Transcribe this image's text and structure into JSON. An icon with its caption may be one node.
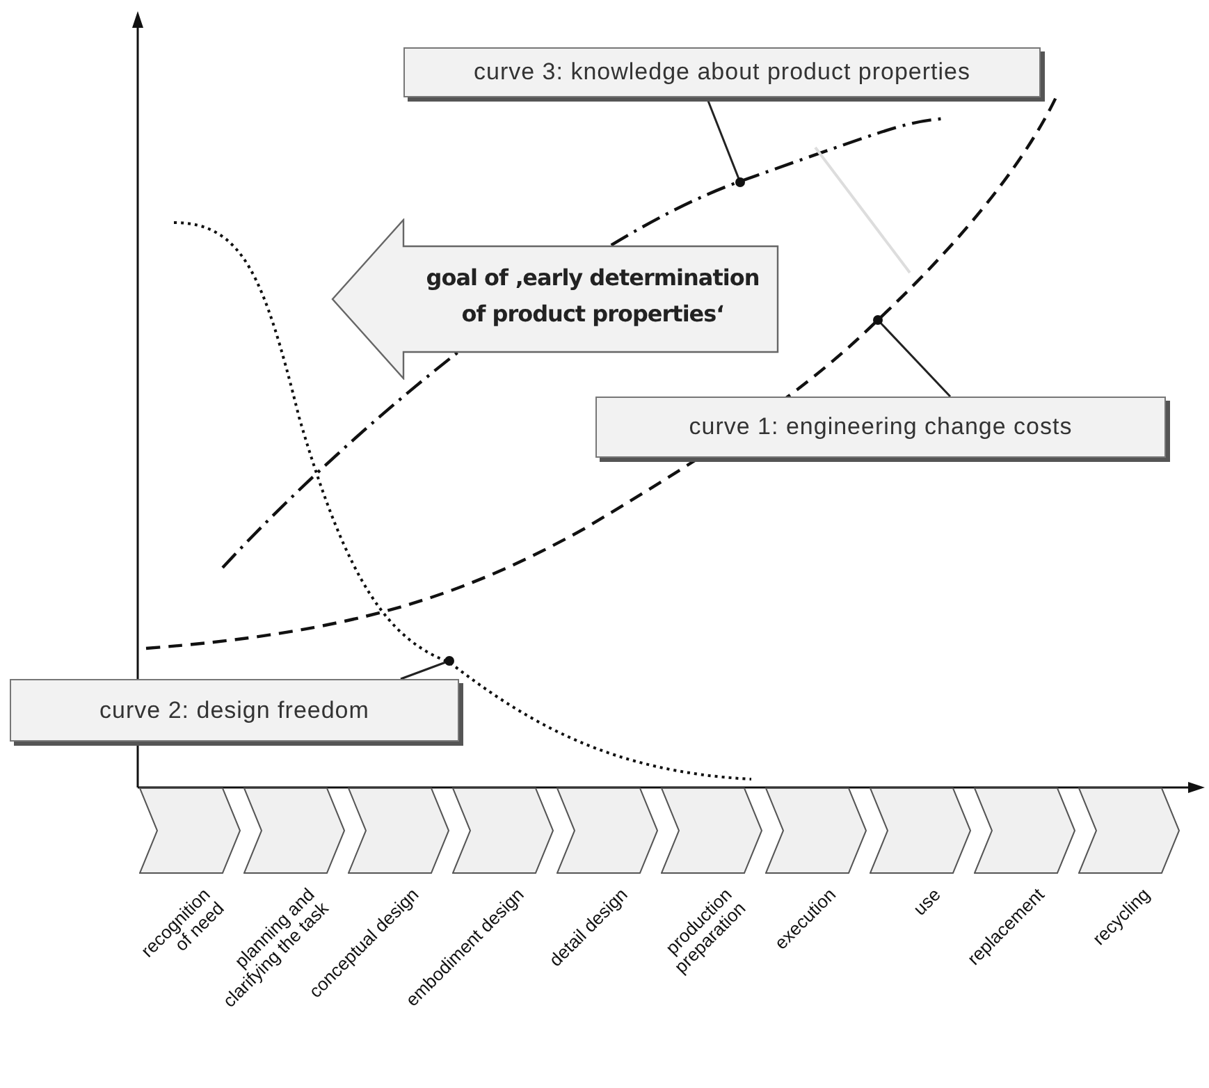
{
  "diagram": {
    "nodes": [
      {
        "text": [
          "curve 3: knowledge about product properties"
        ]
      },
      {
        "text": [
          "goal of ‚early determination of product properties‘"
        ]
      },
      {
        "text": [
          "curve 1: engineering change costs"
        ]
      },
      {
        "text": [
          "curve 2: design freedom"
        ]
      },
      {
        "text": [],
        "shape": "chevron",
        "beside": [
          "recognition of need"
        ]
      },
      {
        "text": [],
        "shape": "chevron",
        "beside": [
          "planning and clarifying the task"
        ]
      },
      {
        "text": [],
        "shape": "chevron",
        "beside": [
          "conceptual design"
        ]
      },
      {
        "text": [],
        "shape": "chevron",
        "beside": [
          "embodiment design"
        ]
      },
      {
        "text": [],
        "shape": "chevron",
        "beside": [
          "detail design"
        ]
      },
      {
        "text": [],
        "shape": "chevron",
        "beside": [
          "production preparation"
        ]
      },
      {
        "text": [],
        "shape": "chevron",
        "beside": [
          "execution"
        ]
      },
      {
        "text": [],
        "shape": "chevron",
        "beside": [
          "use"
        ]
      },
      {
        "text": [],
        "shape": "chevron",
        "beside": [
          "replacement"
        ]
      },
      {
        "text": [],
        "shape": "chevron",
        "beside": [
          "recycling"
        ]
      }
    ],
    "edges": [
      {
        "from": 0,
        "to": null,
        "arrow": "other"
      },
      {
        "from": 2,
        "to": null,
        "arrow": "other"
      },
      {
        "from": 3,
        "to": null,
        "arrow": "other"
      }
    ]
  }
}
